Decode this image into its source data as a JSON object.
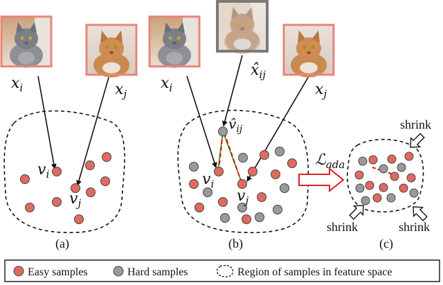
{
  "colors": {
    "easy": "#e06a5e",
    "hard": "#9a9a9a",
    "photo_border": "#e8857a",
    "hard_photo_border": "#7a7a7a",
    "red_dashed": "#e01010",
    "green": "#22aa22",
    "ada_arrow": "#e02020"
  },
  "panel_a": {
    "caption": "(a)",
    "xi": "x",
    "xi_sub": "i",
    "xj": "x",
    "xj_sub": "j",
    "vi": "v",
    "vi_sub": "i",
    "vj": "v",
    "vj_sub": "j"
  },
  "panel_b": {
    "caption": "(b)",
    "xi": "x",
    "xi_sub": "i",
    "xj": "x",
    "xj_sub": "j",
    "xhat": "x̂",
    "xhat_sub": "ij",
    "vhat": "v̂",
    "vhat_sub": "ij",
    "vi": "v",
    "vi_sub": "i",
    "vj": "v",
    "vj_sub": "j"
  },
  "panel_c": {
    "caption": "(c)",
    "loss": "ℒ",
    "loss_sub": "ada",
    "shrink_top": "shrink",
    "shrink_left": "shrink",
    "shrink_right": "shrink"
  },
  "legend": {
    "easy_label": "Easy samples",
    "hard_label": "Hard samples",
    "region_label": "Region of samples in feature space"
  }
}
